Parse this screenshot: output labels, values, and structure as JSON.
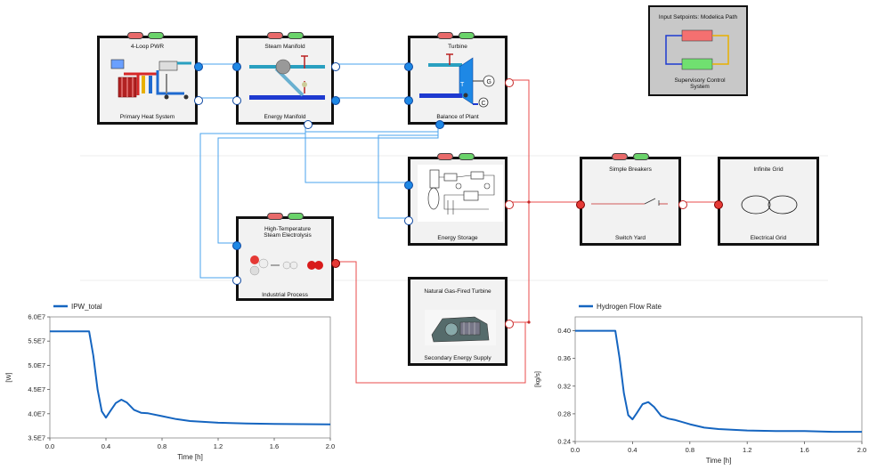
{
  "blocks": {
    "pwr": {
      "title": "4-Loop PWR",
      "label": "Primary Heat System"
    },
    "manifold": {
      "title": "Steam Manifold",
      "label": "Energy Manifold"
    },
    "turbine": {
      "title": "Turbine",
      "label": "Balance of Plant",
      "gen_letter": "G",
      "cond_letter": "C",
      "turb_letter": "T"
    },
    "supervisory": {
      "title": "Input Setpoints: Modelica Path",
      "label": "Supervisory Control System"
    },
    "storage": {
      "label": "Energy Storage"
    },
    "breakers": {
      "title": "Simple Breakers",
      "label": "Switch Yard"
    },
    "grid": {
      "title": "Infinite Grid",
      "label": "Electrical Grid"
    },
    "htse": {
      "title": "High-Temperature Steam Electrolysis",
      "label": "Industrial Process"
    },
    "gasturbine": {
      "title": "Natural Gas-Fired Turbine",
      "label": "Secondary Energy Supply"
    }
  },
  "chart_data": [
    {
      "type": "line",
      "legend": "IPW_total",
      "ylabel": "[W]",
      "xlabel": "Time [h]",
      "xlim": [
        0.0,
        2.0
      ],
      "ylim": [
        35000000,
        60000000
      ],
      "xticks": [
        "0.0",
        "0.4",
        "0.8",
        "1.2",
        "1.6",
        "2.0"
      ],
      "yticks": [
        "3.5E7",
        "4.0E7",
        "4.5E7",
        "5.0E7",
        "5.5E7",
        "6.0E7"
      ],
      "x": [
        0.0,
        0.28,
        0.31,
        0.34,
        0.37,
        0.4,
        0.43,
        0.47,
        0.51,
        0.55,
        0.6,
        0.65,
        0.7,
        0.8,
        0.9,
        1.0,
        1.2,
        1.4,
        1.6,
        1.8,
        2.0
      ],
      "y": [
        57000000,
        57000000,
        52000000,
        45000000,
        40500000,
        39200000,
        40500000,
        42200000,
        42900000,
        42300000,
        40800000,
        40200000,
        40100000,
        39500000,
        38900000,
        38500000,
        38150000,
        38000000,
        37900000,
        37850000,
        37800000
      ],
      "color": "#1565c0"
    },
    {
      "type": "line",
      "legend": "Hydrogen Flow Rate",
      "ylabel": "[kg/s]",
      "xlabel": "Time [h]",
      "xlim": [
        0.0,
        2.0
      ],
      "ylim": [
        0.24,
        0.42
      ],
      "xticks": [
        "0.0",
        "0.4",
        "0.8",
        "1.2",
        "1.6",
        "2.0"
      ],
      "yticks": [
        "0.24",
        "0.28",
        "0.32",
        "0.36",
        "0.40"
      ],
      "x": [
        0.0,
        0.28,
        0.31,
        0.34,
        0.37,
        0.4,
        0.43,
        0.47,
        0.51,
        0.55,
        0.6,
        0.65,
        0.7,
        0.8,
        0.9,
        1.0,
        1.2,
        1.4,
        1.6,
        1.8,
        2.0
      ],
      "y": [
        0.4,
        0.4,
        0.36,
        0.31,
        0.278,
        0.272,
        0.281,
        0.294,
        0.297,
        0.29,
        0.277,
        0.273,
        0.271,
        0.265,
        0.26,
        0.258,
        0.256,
        0.255,
        0.255,
        0.254,
        0.254
      ],
      "color": "#1565c0"
    }
  ]
}
